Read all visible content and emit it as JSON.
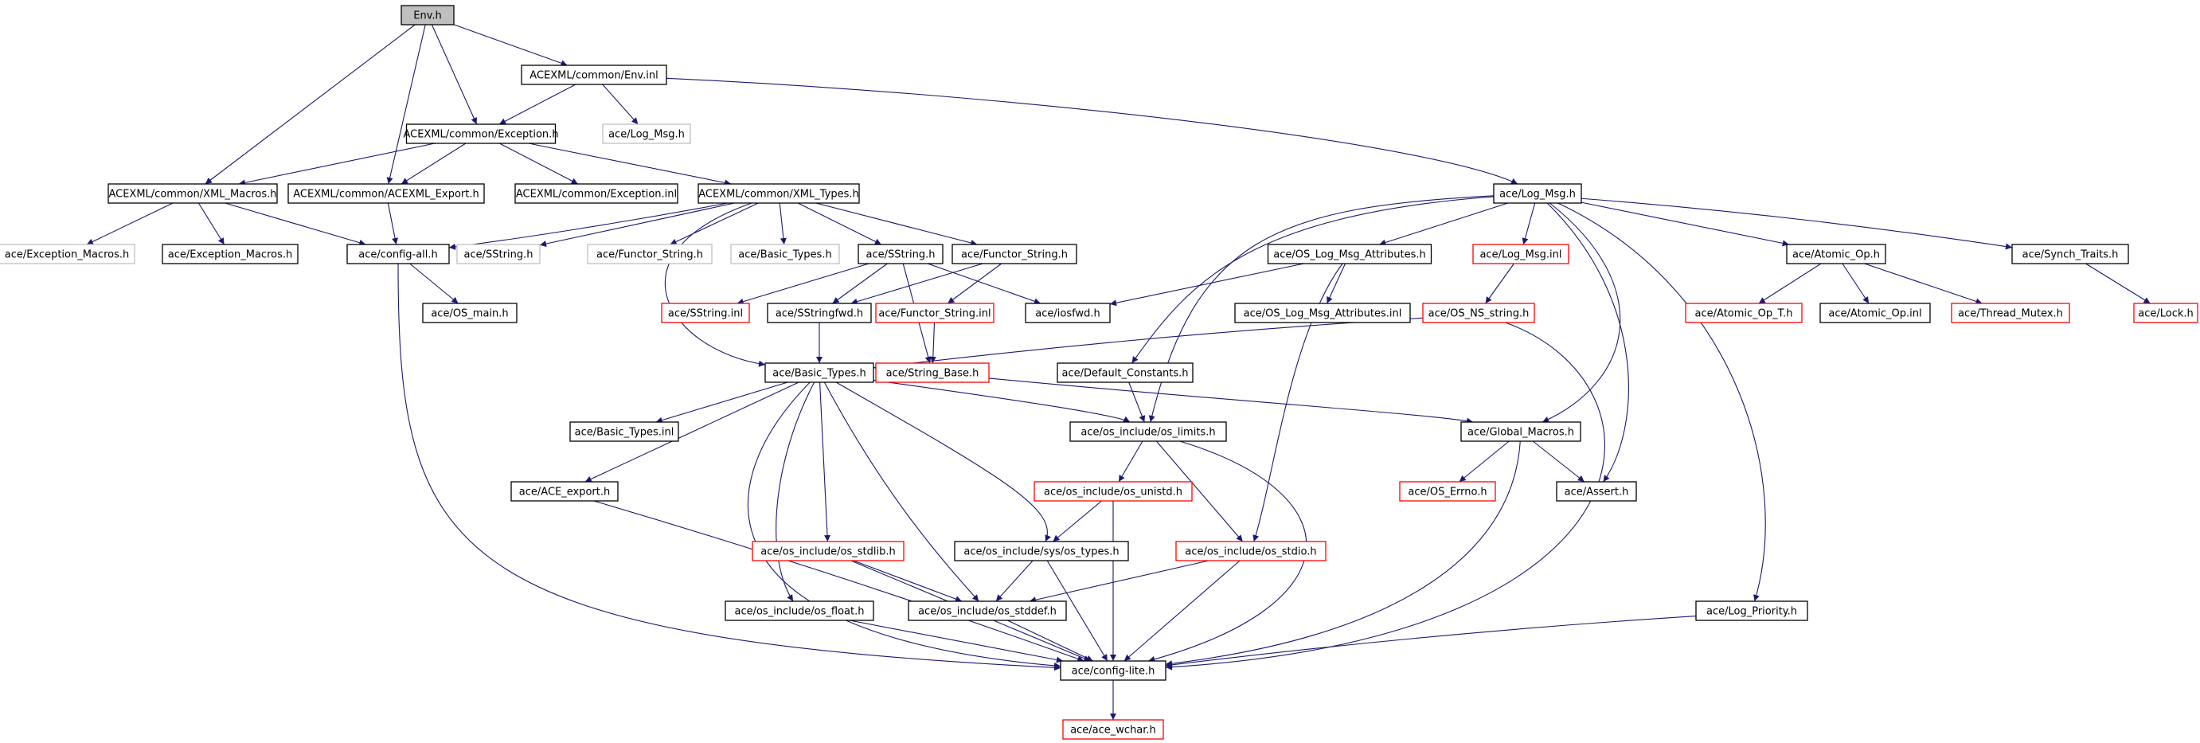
{
  "title": "Env.h",
  "styles": {
    "root": {
      "fill": "#bfbfbf",
      "stroke": "#000000",
      "text": "#000000"
    },
    "normal": {
      "fill": "#ffffff",
      "stroke": "#000000",
      "text": "#000000"
    },
    "undocumented": {
      "fill": "#ffffff",
      "stroke": "#ff0000",
      "text": "#000000"
    },
    "external": {
      "fill": "#ffffff",
      "stroke": "#bfbfbf",
      "text": "#000000"
    },
    "edge_color": "#191970"
  },
  "nodes": [
    {
      "id": "env_h",
      "label": "Env.h",
      "style": "root"
    },
    {
      "id": "env_inl",
      "label": "ACEXML/common/Env.inl",
      "style": "normal"
    },
    {
      "id": "exception_h",
      "label": "ACEXML/common/Exception.h",
      "style": "normal"
    },
    {
      "id": "log_msg_h_ext",
      "label": "ace/Log_Msg.h",
      "style": "external"
    },
    {
      "id": "xml_macros_h",
      "label": "ACEXML/common/XML_Macros.h",
      "style": "normal"
    },
    {
      "id": "acexml_export_h",
      "label": "ACEXML/common/ACEXML_Export.h",
      "style": "normal"
    },
    {
      "id": "exception_inl",
      "label": "ACEXML/common/Exception.inl",
      "style": "normal"
    },
    {
      "id": "xml_types_h",
      "label": "ACEXML/common/XML_Types.h",
      "style": "normal"
    },
    {
      "id": "log_msg_h",
      "label": "ace/Log_Msg.h",
      "style": "normal"
    },
    {
      "id": "exc_macros_ext",
      "label": "ace/Exception_Macros.h",
      "style": "external"
    },
    {
      "id": "exc_macros_h",
      "label": "ace/Exception_Macros.h",
      "style": "normal"
    },
    {
      "id": "config_all_h",
      "label": "ace/config-all.h",
      "style": "normal"
    },
    {
      "id": "sstring_h_ext",
      "label": "ace/SString.h",
      "style": "external"
    },
    {
      "id": "functor_string_ext",
      "label": "ace/Functor_String.h",
      "style": "external"
    },
    {
      "id": "basic_types_ext",
      "label": "ace/Basic_Types.h",
      "style": "external"
    },
    {
      "id": "sstring_h",
      "label": "ace/SString.h",
      "style": "normal"
    },
    {
      "id": "functor_string_h",
      "label": "ace/Functor_String.h",
      "style": "normal"
    },
    {
      "id": "os_log_msg_attr_h",
      "label": "ace/OS_Log_Msg_Attributes.h",
      "style": "normal"
    },
    {
      "id": "log_msg_inl",
      "label": "ace/Log_Msg.inl",
      "style": "undocumented"
    },
    {
      "id": "atomic_op_h",
      "label": "ace/Atomic_Op.h",
      "style": "normal"
    },
    {
      "id": "synch_traits_h",
      "label": "ace/Synch_Traits.h",
      "style": "normal"
    },
    {
      "id": "os_main_h",
      "label": "ace/OS_main.h",
      "style": "normal"
    },
    {
      "id": "sstring_inl",
      "label": "ace/SString.inl",
      "style": "undocumented"
    },
    {
      "id": "sstringfwd_h",
      "label": "ace/SStringfwd.h",
      "style": "normal"
    },
    {
      "id": "functor_string_inl",
      "label": "ace/Functor_String.inl",
      "style": "undocumented"
    },
    {
      "id": "iosfwd_h",
      "label": "ace/iosfwd.h",
      "style": "normal"
    },
    {
      "id": "os_log_msg_attr_inl",
      "label": "ace/OS_Log_Msg_Attributes.inl",
      "style": "normal"
    },
    {
      "id": "os_ns_string_h",
      "label": "ace/OS_NS_string.h",
      "style": "undocumented"
    },
    {
      "id": "atomic_op_t_h",
      "label": "ace/Atomic_Op_T.h",
      "style": "undocumented"
    },
    {
      "id": "atomic_op_inl",
      "label": "ace/Atomic_Op.inl",
      "style": "normal"
    },
    {
      "id": "thread_mutex_h",
      "label": "ace/Thread_Mutex.h",
      "style": "undocumented"
    },
    {
      "id": "lock_h",
      "label": "ace/Lock.h",
      "style": "undocumented"
    },
    {
      "id": "basic_types_h",
      "label": "ace/Basic_Types.h",
      "style": "normal"
    },
    {
      "id": "string_base_h",
      "label": "ace/String_Base.h",
      "style": "undocumented"
    },
    {
      "id": "default_constants_h",
      "label": "ace/Default_Constants.h",
      "style": "normal"
    },
    {
      "id": "basic_types_inl",
      "label": "ace/Basic_Types.inl",
      "style": "normal"
    },
    {
      "id": "os_limits_h",
      "label": "ace/os_include/os_limits.h",
      "style": "normal"
    },
    {
      "id": "global_macros_h",
      "label": "ace/Global_Macros.h",
      "style": "normal"
    },
    {
      "id": "ace_export_h",
      "label": "ace/ACE_export.h",
      "style": "normal"
    },
    {
      "id": "os_unistd_h",
      "label": "ace/os_include/os_unistd.h",
      "style": "undocumented"
    },
    {
      "id": "os_errno_h",
      "label": "ace/OS_Errno.h",
      "style": "undocumented"
    },
    {
      "id": "assert_h",
      "label": "ace/Assert.h",
      "style": "normal"
    },
    {
      "id": "os_stdlib_h",
      "label": "ace/os_include/os_stdlib.h",
      "style": "undocumented"
    },
    {
      "id": "os_types_h",
      "label": "ace/os_include/sys/os_types.h",
      "style": "normal"
    },
    {
      "id": "os_stdio_h",
      "label": "ace/os_include/os_stdio.h",
      "style": "undocumented"
    },
    {
      "id": "os_float_h",
      "label": "ace/os_include/os_float.h",
      "style": "normal"
    },
    {
      "id": "os_stddef_h",
      "label": "ace/os_include/os_stddef.h",
      "style": "normal"
    },
    {
      "id": "log_priority_h",
      "label": "ace/Log_Priority.h",
      "style": "normal"
    },
    {
      "id": "config_lite_h",
      "label": "ace/config-lite.h",
      "style": "normal"
    },
    {
      "id": "ace_wchar_h",
      "label": "ace/ace_wchar.h",
      "style": "undocumented"
    }
  ],
  "edges": [
    [
      "env_h",
      "env_inl"
    ],
    [
      "env_h",
      "exception_h"
    ],
    [
      "env_h",
      "xml_macros_h"
    ],
    [
      "env_h",
      "acexml_export_h"
    ],
    [
      "env_inl",
      "exception_h"
    ],
    [
      "env_inl",
      "log_msg_h_ext"
    ],
    [
      "env_inl",
      "log_msg_h"
    ],
    [
      "exception_h",
      "xml_macros_h"
    ],
    [
      "exception_h",
      "acexml_export_h"
    ],
    [
      "exception_h",
      "exception_inl"
    ],
    [
      "exception_h",
      "xml_types_h"
    ],
    [
      "xml_macros_h",
      "exc_macros_ext"
    ],
    [
      "xml_macros_h",
      "exc_macros_h"
    ],
    [
      "xml_macros_h",
      "config_all_h"
    ],
    [
      "acexml_export_h",
      "config_all_h"
    ],
    [
      "xml_types_h",
      "config_all_h"
    ],
    [
      "xml_types_h",
      "sstring_h_ext"
    ],
    [
      "xml_types_h",
      "functor_string_ext"
    ],
    [
      "xml_types_h",
      "basic_types_ext"
    ],
    [
      "xml_types_h",
      "sstring_h"
    ],
    [
      "xml_types_h",
      "functor_string_h"
    ],
    [
      "xml_types_h",
      "basic_types_h"
    ],
    [
      "config_all_h",
      "os_main_h"
    ],
    [
      "config_all_h",
      "config_lite_h"
    ],
    [
      "sstring_h",
      "sstring_inl"
    ],
    [
      "sstring_h",
      "sstringfwd_h"
    ],
    [
      "sstring_h",
      "iosfwd_h"
    ],
    [
      "sstring_h",
      "string_base_h"
    ],
    [
      "functor_string_h",
      "sstringfwd_h"
    ],
    [
      "functor_string_h",
      "functor_string_inl"
    ],
    [
      "functor_string_inl",
      "string_base_h"
    ],
    [
      "sstringfwd_h",
      "basic_types_h"
    ],
    [
      "log_msg_h",
      "os_log_msg_attr_h"
    ],
    [
      "log_msg_h",
      "log_msg_inl"
    ],
    [
      "log_msg_h",
      "atomic_op_h"
    ],
    [
      "log_msg_h",
      "synch_traits_h"
    ],
    [
      "log_msg_h",
      "default_constants_h"
    ],
    [
      "log_msg_h",
      "os_limits_h"
    ],
    [
      "log_msg_h",
      "global_macros_h"
    ],
    [
      "log_msg_h",
      "assert_h"
    ],
    [
      "log_msg_h",
      "log_priority_h"
    ],
    [
      "os_log_msg_attr_h",
      "iosfwd_h"
    ],
    [
      "os_log_msg_attr_h",
      "os_log_msg_attr_inl"
    ],
    [
      "os_log_msg_attr_h",
      "os_stdio_h"
    ],
    [
      "log_msg_inl",
      "os_ns_string_h"
    ],
    [
      "os_ns_string_h",
      "basic_types_h"
    ],
    [
      "os_ns_string_h",
      "config_lite_h"
    ],
    [
      "atomic_op_h",
      "atomic_op_t_h"
    ],
    [
      "atomic_op_h",
      "atomic_op_inl"
    ],
    [
      "atomic_op_h",
      "thread_mutex_h"
    ],
    [
      "synch_traits_h",
      "lock_h"
    ],
    [
      "string_base_h",
      "global_macros_h"
    ],
    [
      "default_constants_h",
      "os_limits_h"
    ],
    [
      "basic_types_h",
      "basic_types_inl"
    ],
    [
      "basic_types_h",
      "os_limits_h"
    ],
    [
      "basic_types_h",
      "ace_export_h"
    ],
    [
      "basic_types_h",
      "os_stdlib_h"
    ],
    [
      "basic_types_h",
      "os_float_h"
    ],
    [
      "basic_types_h",
      "os_stddef_h"
    ],
    [
      "basic_types_h",
      "os_types_h"
    ],
    [
      "basic_types_h",
      "config_lite_h"
    ],
    [
      "os_limits_h",
      "os_unistd_h"
    ],
    [
      "os_limits_h",
      "os_stdio_h"
    ],
    [
      "os_limits_h",
      "config_lite_h"
    ],
    [
      "global_macros_h",
      "os_errno_h"
    ],
    [
      "global_macros_h",
      "assert_h"
    ],
    [
      "global_macros_h",
      "config_lite_h"
    ],
    [
      "ace_export_h",
      "config_lite_h"
    ],
    [
      "os_unistd_h",
      "os_types_h"
    ],
    [
      "os_unistd_h",
      "config_lite_h"
    ],
    [
      "os_stdlib_h",
      "os_stddef_h"
    ],
    [
      "os_stdlib_h",
      "config_lite_h"
    ],
    [
      "os_types_h",
      "os_stddef_h"
    ],
    [
      "os_types_h",
      "config_lite_h"
    ],
    [
      "os_stdio_h",
      "os_stddef_h"
    ],
    [
      "os_stdio_h",
      "config_lite_h"
    ],
    [
      "os_float_h",
      "config_lite_h"
    ],
    [
      "os_stddef_h",
      "config_lite_h"
    ],
    [
      "log_priority_h",
      "config_lite_h"
    ],
    [
      "config_lite_h",
      "ace_wchar_h"
    ]
  ]
}
